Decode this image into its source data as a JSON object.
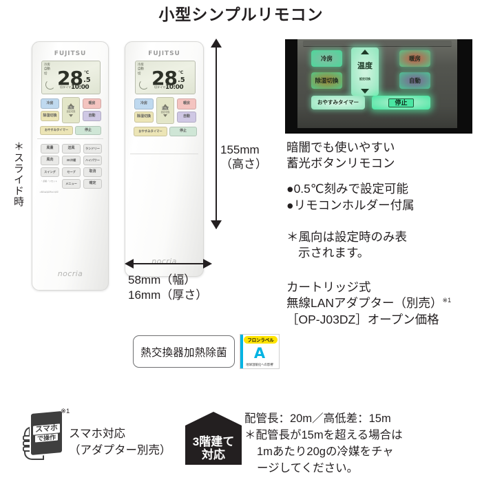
{
  "title": "小型シンプルリモコン",
  "left_note": "＊スライド時",
  "remote": {
    "brand": "FUJITSU",
    "sub_brand": "nocria",
    "lcd": {
      "mode_labels": "冷房\n自動\n切",
      "temperature": "28",
      "temperature_fraction": ".5",
      "unit": "℃",
      "clock_label": "切タイマー",
      "clock": "10:00"
    },
    "buttons_main": [
      {
        "label": "冷房",
        "color": "blue"
      },
      {
        "label": "暖房",
        "color": "pink"
      },
      {
        "label": "除湿切換",
        "color": "yellow"
      },
      {
        "label": "自動",
        "color": "purple"
      },
      {
        "label": "おやすみタイマー",
        "color": "yellow"
      },
      {
        "label": "停止",
        "color": "mint"
      }
    ],
    "temp_button": {
      "label": "温度",
      "sub": "設定切換",
      "up": "▲",
      "down": "▼"
    },
    "buttons_slide": [
      "風量",
      "送風",
      "ランドリー",
      "風向",
      "3D冷暖",
      "ハイパワー",
      "スイング",
      "セーブ",
      "取消",
      "メニュー",
      "確定"
    ],
    "slide_micro_left": "・点検／リセット",
    "slide_micro_right": "＊風向は設定時のみ表示"
  },
  "dimensions": {
    "height_value": "155mm",
    "height_label": "（高さ）",
    "width_value": "58mm（幅）",
    "depth_value": "16mm（厚さ）"
  },
  "glow_photo": {
    "buttons": {
      "cool": "冷房",
      "heat": "暖房",
      "dry": "除湿切換",
      "auto": "自動",
      "temp": "温度",
      "temp_sub": "設定切換",
      "sleep_timer": "おやすみタイマー",
      "stop": "停止"
    }
  },
  "right_text": {
    "lead_line1": "暗闇でも使いやすい",
    "lead_line2": "蓄光ボタンリモコン",
    "bullet1": "●0.5℃刻みで設定可能",
    "bullet2": "●リモコンホルダー付属",
    "note_line1": "＊風向は設定時のみ表",
    "note_line2": "示されます。",
    "cart_line1": "カートリッジ式",
    "cart_line2": "無線LANアダプター（別売）",
    "cart_line2_sup": "※1",
    "cart_line3": "［OP-J03DZ］オープン価格"
  },
  "badges": {
    "heat_exchanger": "熱交換器加熱除菌",
    "freon": {
      "header": "フロンラベル",
      "grade": "A",
      "footer": "地球温暖化への影響"
    },
    "house": {
      "line1": "3階建て",
      "line2": "対応"
    },
    "smartphone": {
      "icon_line1": "スマホ",
      "icon_line2": "で操作",
      "sup": "※1",
      "label_line1": "スマホ対応",
      "label_line2": "（アダプター別売）"
    }
  },
  "piping": {
    "line1": "配管長：20m／高低差：15m",
    "line2": "＊配管長が15mを超える場合は",
    "line3": "1mあたり20gの冷媒をチャ",
    "line4": "ージしてください。"
  },
  "colors": {
    "ink": "#231f20",
    "freon_cyan": "#00b3e3",
    "freon_yellow": "#ffe400",
    "glow_green": "#4ae6a2"
  }
}
